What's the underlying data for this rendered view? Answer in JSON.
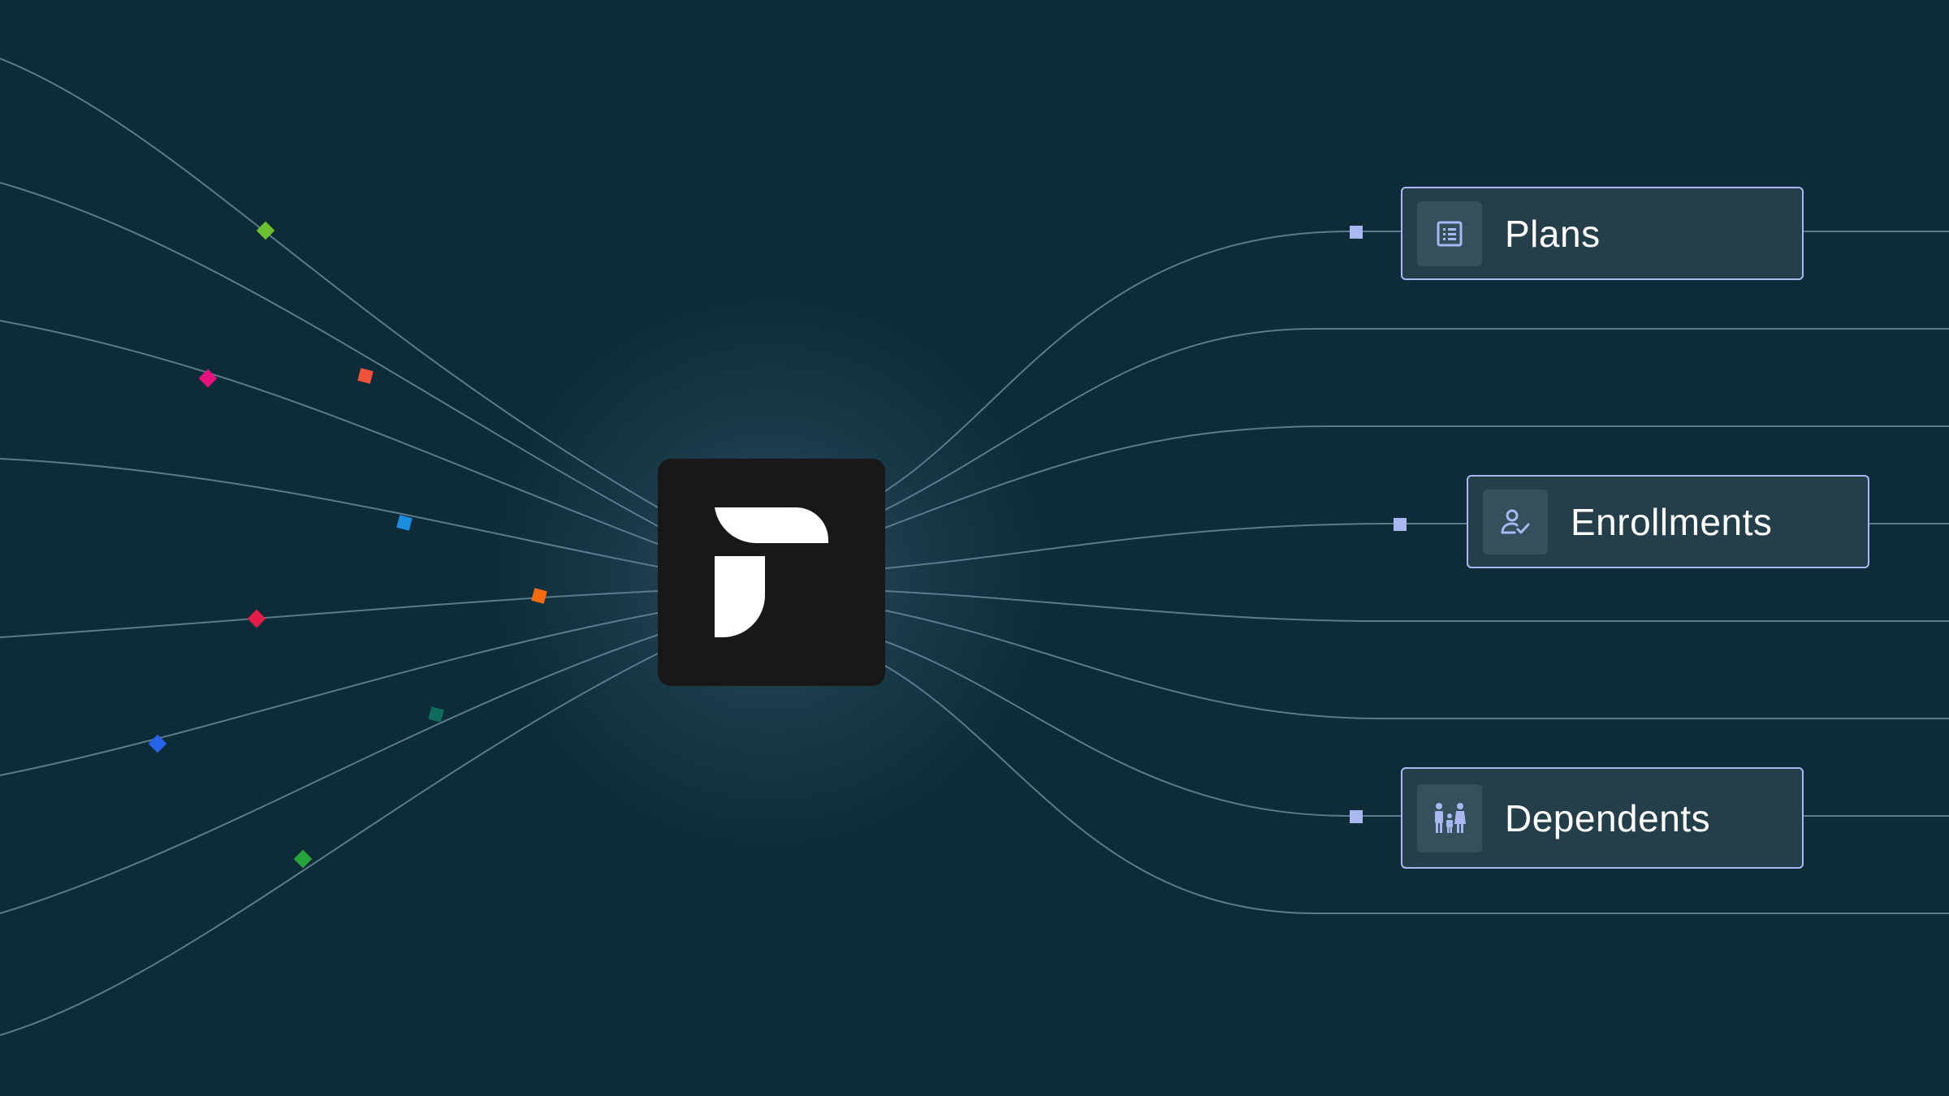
{
  "colors": {
    "background": "#0e2b38",
    "line": "#5b7b8c",
    "card_bg": "#253f4a",
    "card_border": "#a9b8f0",
    "icon_box": "#33505b",
    "icon": "#a9b8f0",
    "hub_bg": "#181818",
    "marker_colors": [
      "#6dc02f",
      "#f0533a",
      "#e3147e",
      "#1c8ee0",
      "#e11d48",
      "#f26b0f",
      "#2563eb",
      "#0e6b5c",
      "#26a33a"
    ]
  },
  "hub": {
    "logo": "brand-f-logo"
  },
  "cards": [
    {
      "id": "plans",
      "label": "Plans",
      "icon": "list-icon"
    },
    {
      "id": "enrollments",
      "label": "Enrollments",
      "icon": "user-check-icon"
    },
    {
      "id": "dependents",
      "label": "Dependents",
      "icon": "family-icon"
    }
  ]
}
